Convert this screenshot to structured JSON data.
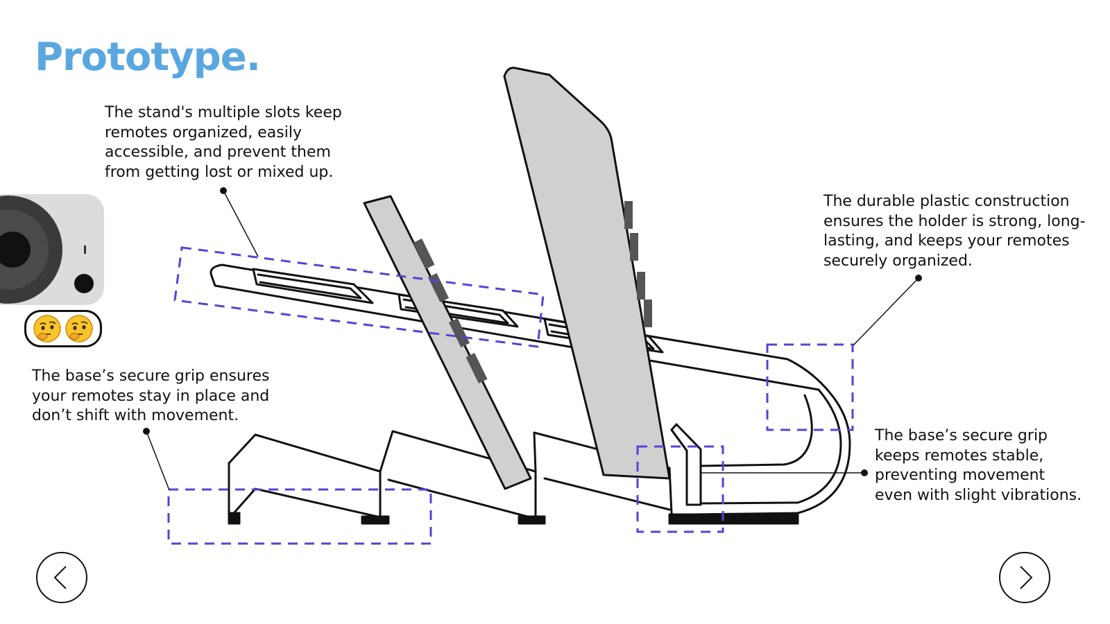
{
  "page": {
    "title": "Prototype."
  },
  "annotations": {
    "slots": "The stand's multiple slots keep remotes organized, easily accessible, and prevent them from getting lost or mixed up.",
    "plastic": "The durable plastic construction ensures the holder is strong, long-lasting, and keeps your remotes securely organized.",
    "grip_left": "The base’s secure grip ensures your remotes stay in place and don’t shift with movement.",
    "grip_right": "The base’s secure grip keeps remotes stable, preventing movement even with slight vibrations."
  },
  "colors": {
    "title": "#5aa7e0",
    "highlight_box": "#5b3fd6",
    "remote_fill": "#d0d0d0",
    "outline": "#111111"
  },
  "icons": {
    "prev": "chevron-left-icon",
    "next": "chevron-right-icon",
    "webcam": "camera-icon",
    "emoji": "thinking-face-icon"
  }
}
